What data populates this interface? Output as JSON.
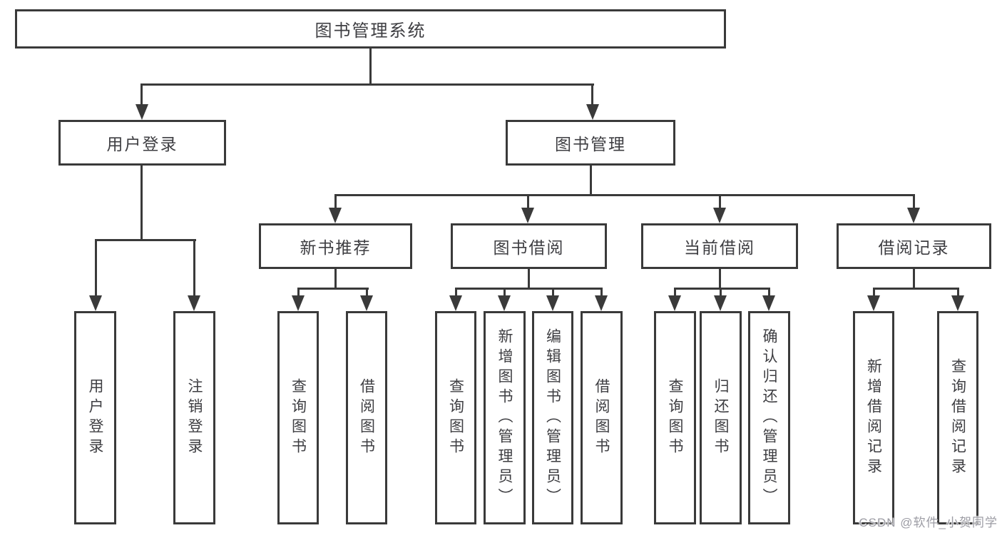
{
  "diagram": {
    "title_node": {
      "label": "图书管理系统"
    },
    "branches": [
      {
        "label": "用户登录",
        "children": [
          {
            "label": "用户登录"
          },
          {
            "label": "注销登录"
          }
        ]
      },
      {
        "label": "图书管理",
        "children": [
          {
            "label": "新书推荐",
            "children": [
              {
                "label": "查询图书"
              },
              {
                "label": "借阅图书"
              }
            ]
          },
          {
            "label": "图书借阅",
            "children": [
              {
                "label": "查询图书"
              },
              {
                "label": "新增图书（管理员）"
              },
              {
                "label": "编辑图书（管理员）"
              },
              {
                "label": "借阅图书"
              }
            ]
          },
          {
            "label": "当前借阅",
            "children": [
              {
                "label": "查询图书"
              },
              {
                "label": "归还图书"
              },
              {
                "label": "确认归还（管理员）"
              }
            ]
          },
          {
            "label": "借阅记录",
            "children": [
              {
                "label": "新增借阅记录"
              },
              {
                "label": "查询借阅记录"
              }
            ]
          }
        ]
      }
    ]
  },
  "watermark": {
    "text": "CSDN @软件_小贺同学"
  },
  "colors": {
    "line": "#3a3a3a",
    "text": "#3e3e42",
    "background": "#ffffff",
    "watermark_text": "#9c9ca4"
  }
}
